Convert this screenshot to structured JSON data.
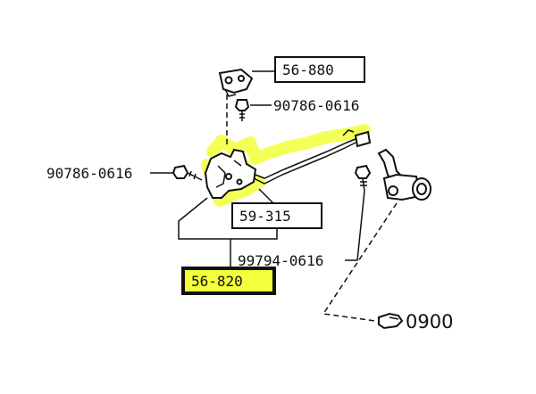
{
  "callouts": {
    "part_top": "56-880",
    "bolt_top": "90786-0616",
    "bolt_left": "90786-0616",
    "part_mid": "59-315",
    "bolt_right": "99794-0616",
    "part_bottom": "56-820",
    "ref": "0900"
  },
  "highlight_color": "#f2ff3a"
}
